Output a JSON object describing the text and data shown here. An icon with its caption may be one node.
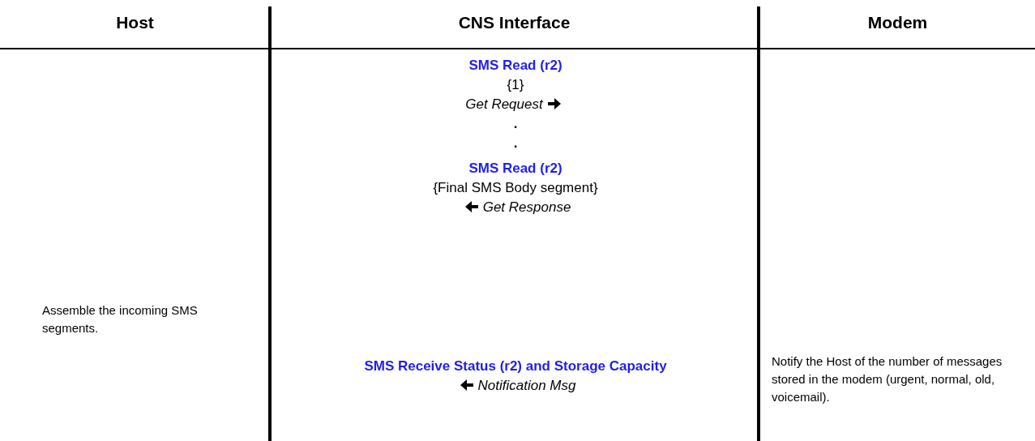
{
  "diagram": {
    "labels": [
      "Host",
      "CNS Interface",
      "Modem",
      "SMS Read (r2)",
      "{1}",
      "Get Request",
      ".",
      ".",
      "SMS Read (r2)",
      "{Final SMS Body segment}",
      "Get Response",
      "Assemble the incoming SMS segments.",
      "SMS Receive Status (r2) and Storage Capacity",
      "Notification Msg",
      "Notify the Host of the number of messages stored in the modem (urgent, normal, old, voicemail)."
    ]
  }
}
